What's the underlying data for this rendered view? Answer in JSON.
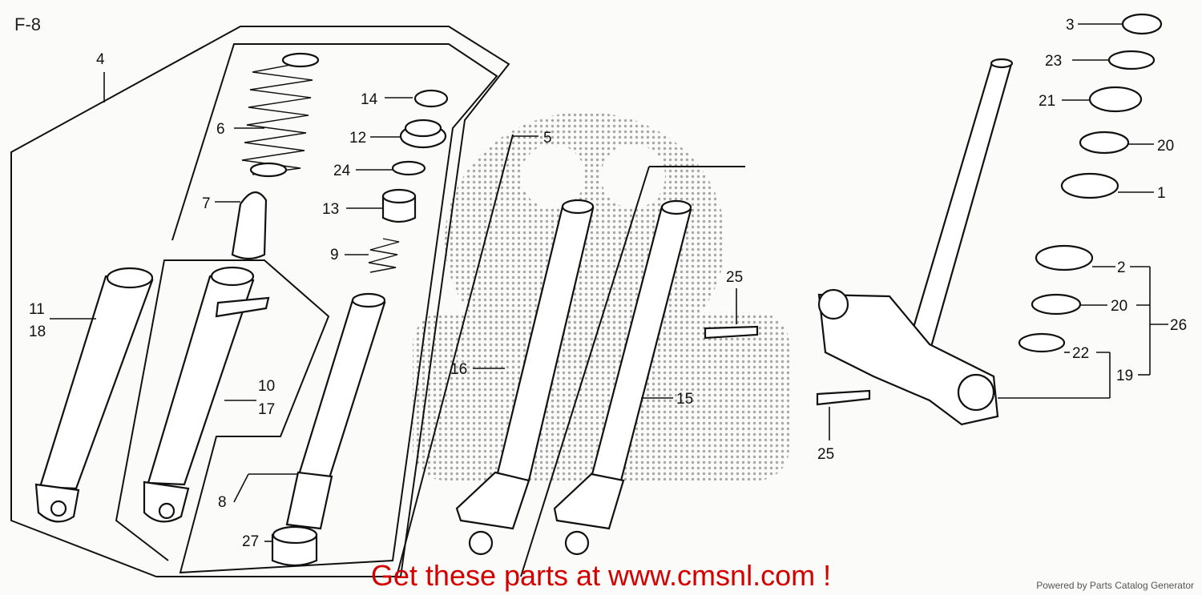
{
  "title": "F-8",
  "labels": {
    "p1": "1",
    "p2": "2",
    "p3": "3",
    "p4": "4",
    "p5": "5",
    "p6": "6",
    "p7": "7",
    "p8": "8",
    "p9": "9",
    "p10": "10",
    "p11": "11",
    "p12": "12",
    "p13": "13",
    "p14": "14",
    "p15": "15",
    "p16": "16",
    "p17": "17",
    "p18": "18",
    "p19": "19",
    "p20a": "20",
    "p20b": "20",
    "p21": "21",
    "p22": "22",
    "p23": "23",
    "p24": "24",
    "p25a": "25",
    "p25b": "25",
    "p26": "26",
    "p27": "27"
  },
  "cta": "Get these parts at www.cmsnl.com !",
  "credit": "Powered by Parts Catalog Generator",
  "colors": {
    "cta": "#d40000",
    "watermark": "#9a9a9a"
  }
}
